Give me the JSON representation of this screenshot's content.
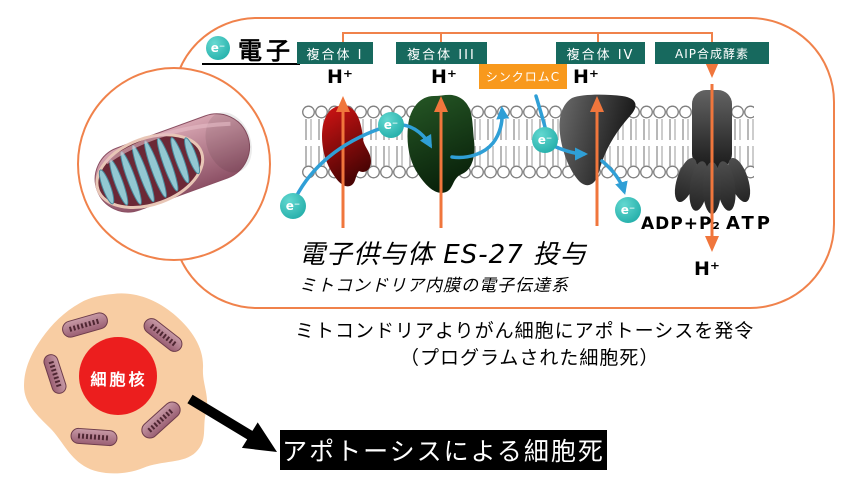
{
  "colors": {
    "accent_orange": "#F0824B",
    "complex_box_teal": "#17695E",
    "cytochrome_orange": "#F8991D",
    "electron_teal": "#2AB5B0",
    "arrow_blue": "#2F9FD6",
    "nucleus_red": "#EC1E1E",
    "cell_body_peach": "#F8CDA3",
    "result_box_black": "#000000"
  },
  "header": {
    "electron_symbol": "e⁻",
    "electron_label": "電子"
  },
  "labels": {
    "complex1": "複合体 I",
    "complex3": "複合体 III",
    "complex4": "複合体 IV",
    "atp_synthase": "AIP合成酵素",
    "cytochrome_c": "シンクロムC",
    "proton": "H⁺",
    "adp": "ADP+P₂",
    "atp": "ATP",
    "electron": "e⁻"
  },
  "captions": {
    "title": "電子供与体 ES-27 投与",
    "subtitle": "ミトコンドリア内膜の電子伝達系",
    "announce_line1": "ミトコンドリアよりがん細胞にアポトーシスを発令",
    "announce_line2": "（プログラムされた細胞死）",
    "result": "アポトーシスによる細胞死"
  },
  "cell": {
    "nucleus_label": "細胞核"
  }
}
